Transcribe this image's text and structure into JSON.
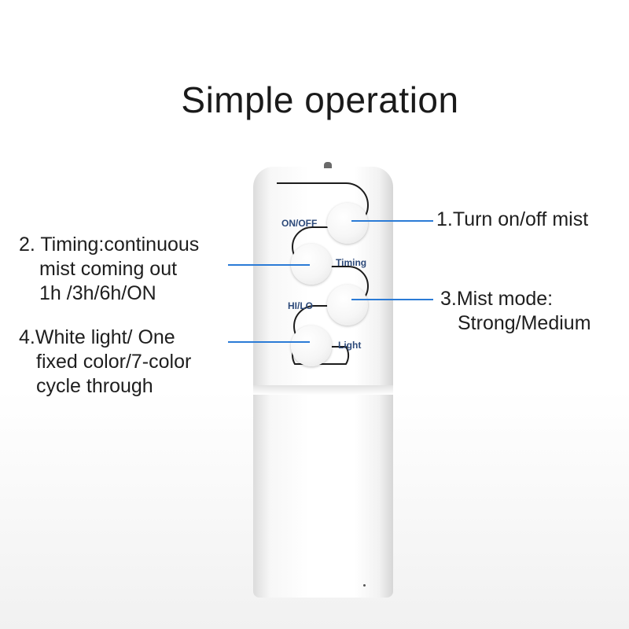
{
  "title": "Simple operation",
  "buttons": {
    "on_off": "ON/OFF",
    "timing": "Timing",
    "hi_lo": "HI/LO",
    "light": "Light"
  },
  "callouts": {
    "c1": "1.Turn on/off mist",
    "c2": [
      "2. Timing:continuous",
      "mist coming out",
      "1h /3h/6h/ON"
    ],
    "c3": [
      "3.Mist mode:",
      "Strong/Medium"
    ],
    "c4": [
      "4.White light/ One",
      "fixed color/7-color",
      "cycle through"
    ]
  },
  "colors": {
    "accent_line": "#2b7bd6",
    "button_label": "#2d4a7a"
  }
}
